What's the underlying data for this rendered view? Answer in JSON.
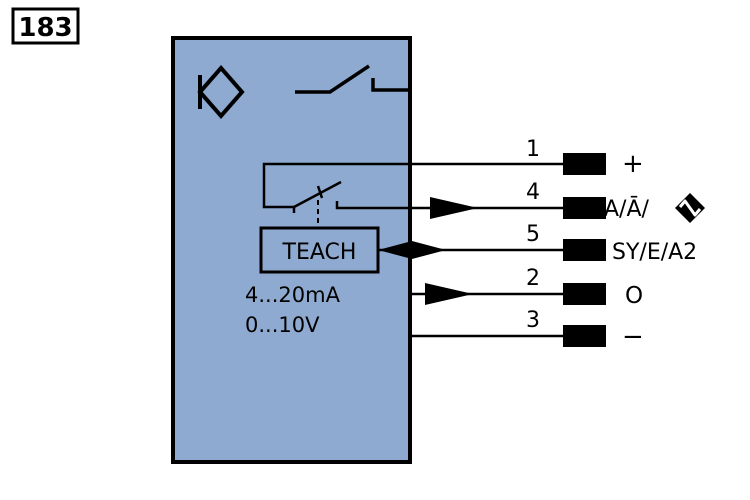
{
  "figure_number": "183",
  "teach_label": "TEACH",
  "current_output_range": "4...20mA",
  "voltage_output_range": "0...10V",
  "colors": {
    "housing_fill": "#8faad0",
    "line": "#000000",
    "background": "#ffffff"
  },
  "icons": {
    "sensor_symbol": "diamond-sensor-icon",
    "switch_symbol": "normally-open-switch-icon",
    "signal_symbol": "alternating-signal-icon"
  },
  "pins": [
    {
      "number": "1",
      "signal": "+"
    },
    {
      "number": "4",
      "signal": "A/Ā/"
    },
    {
      "number": "5",
      "signal": "SY/E/A2"
    },
    {
      "number": "2",
      "signal": "O"
    },
    {
      "number": "3",
      "signal": "−"
    }
  ]
}
